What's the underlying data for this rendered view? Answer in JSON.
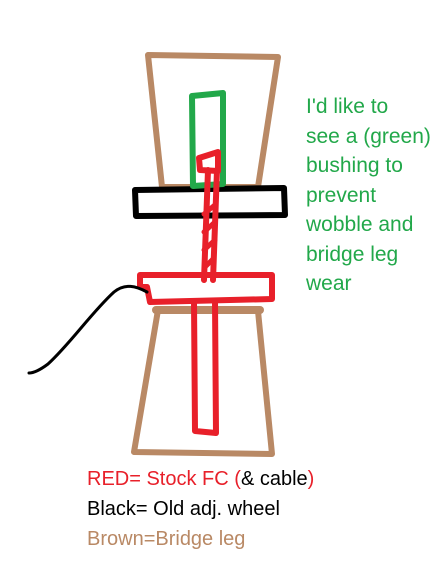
{
  "colors": {
    "red": "#e8202a",
    "black": "#000000",
    "brown": "#b98965",
    "green": "#22a84a"
  },
  "annotation": {
    "lines": [
      "I'd like to",
      "see a (green)",
      "bushing to",
      "prevent",
      "wobble and",
      "bridge leg",
      "wear"
    ]
  },
  "legend": {
    "red": {
      "key": "RED= Stock FC ",
      "paren_open": "(",
      "detail": "& cable",
      "paren_close": ")"
    },
    "black": {
      "text": "Black= Old adj. wheel"
    },
    "brown": {
      "text": "Brown=Bridge leg"
    }
  }
}
